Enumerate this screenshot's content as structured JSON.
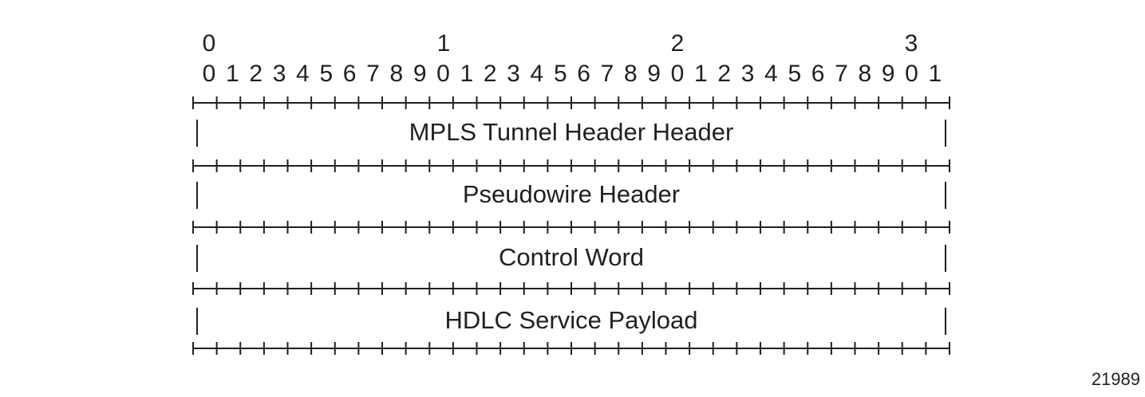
{
  "diagram": {
    "bit_tens": [
      "0",
      "1",
      "2",
      "3"
    ],
    "bit_units": [
      "0",
      "1",
      "2",
      "3",
      "4",
      "5",
      "6",
      "7",
      "8",
      "9",
      "0",
      "1",
      "2",
      "3",
      "4",
      "5",
      "6",
      "7",
      "8",
      "9",
      "0",
      "1",
      "2",
      "3",
      "4",
      "5",
      "6",
      "7",
      "8",
      "9",
      "0",
      "1"
    ],
    "fields": [
      {
        "label": "MPLS Tunnel Header Header"
      },
      {
        "label": "Pseudowire Header"
      },
      {
        "label": "Control Word"
      },
      {
        "label": "HDLC Service Payload"
      }
    ]
  },
  "figure_id": "21989"
}
